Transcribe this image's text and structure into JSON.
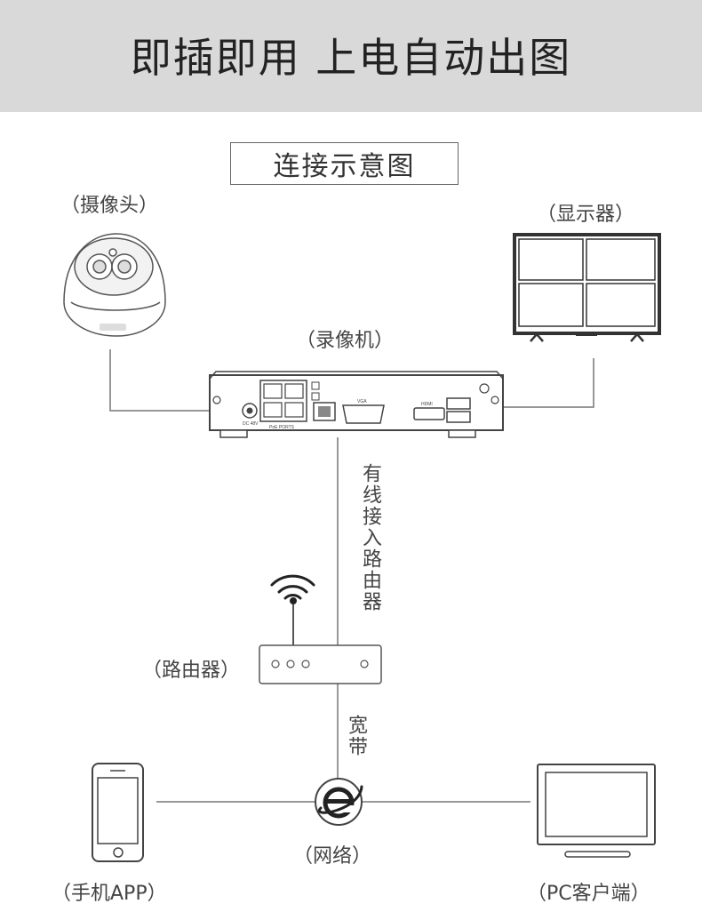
{
  "header": {
    "title": "即插即用 上电自动出图"
  },
  "diagram": {
    "title": "连接示意图",
    "labels": {
      "camera": "（摄像头）",
      "monitor": "（显示器）",
      "nvr": "（录像机）",
      "router": "（路由器）",
      "network": "（网络）",
      "phone": "（手机APP）",
      "pc": "（PC客户端）"
    },
    "connections": {
      "wired_router": "有线接入路由器",
      "broadband": "宽带"
    },
    "nvr_ports": {
      "poe": "PoE PORTS",
      "vga": "VGA",
      "hdmi": "HDMI",
      "dc": "DC 48V"
    },
    "icons": [
      "camera-icon",
      "monitor-icon",
      "nvr-icon",
      "wifi-icon",
      "router-icon",
      "internet-icon",
      "phone-icon",
      "pc-icon"
    ]
  }
}
